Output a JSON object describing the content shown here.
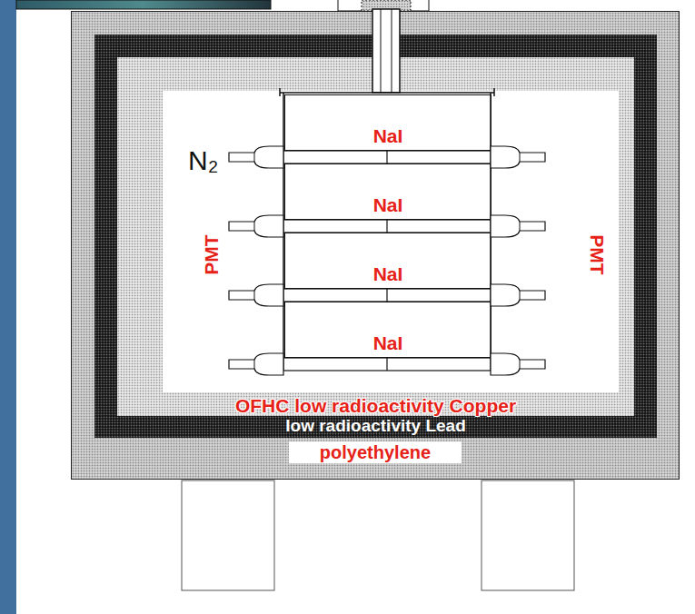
{
  "diagram": {
    "nodes": [
      {
        "text": [
          "polyethylene"
        ]
      },
      {
        "text": [
          "low radioactivity Lead"
        ],
        "in": 0
      },
      {
        "text": [
          "OFHC low radioactivity Copper"
        ],
        "in": 1
      },
      {
        "text": [
          "N₂"
        ],
        "in": 2
      },
      {
        "text": [
          "NaI"
        ],
        "in": 3
      },
      {
        "text": [
          "NaI"
        ],
        "in": 3
      },
      {
        "text": [
          "NaI"
        ],
        "in": 3
      },
      {
        "text": [
          "NaI"
        ],
        "in": 3
      }
    ],
    "labels": [
      "PMT",
      "PMT"
    ]
  }
}
